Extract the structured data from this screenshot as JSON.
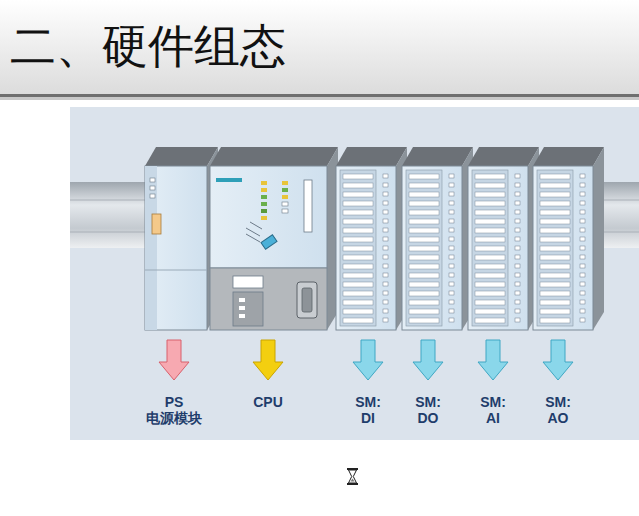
{
  "diagram": {
    "title": "二、硬件组态",
    "labels": [
      "PS 电源模块",
      "CPU",
      "SM: DI",
      "SM: DO",
      "SM: AI",
      "SM: AO"
    ]
  }
}
